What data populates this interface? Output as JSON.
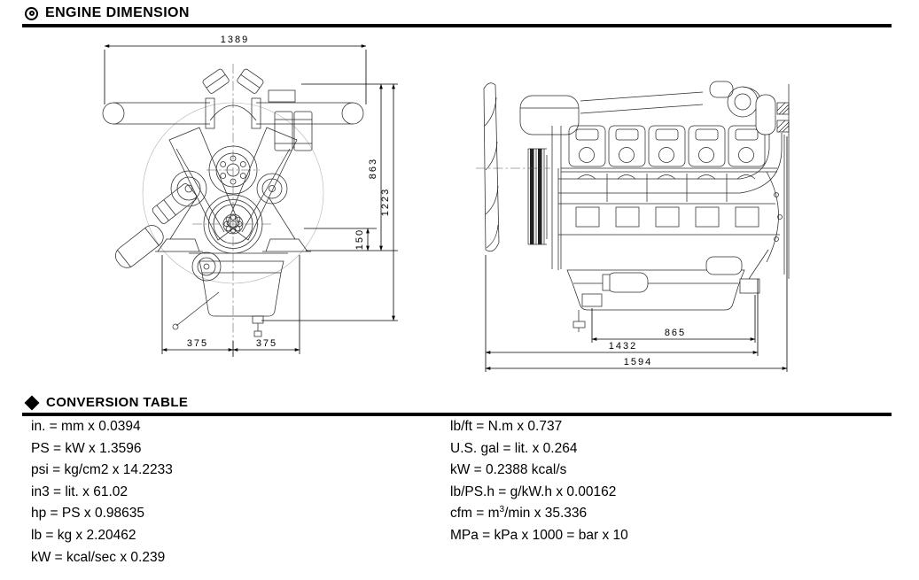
{
  "header": {
    "icon": "bullseye-icon",
    "title": "ENGINE DIMENSION"
  },
  "conversion_header": {
    "icon": "diamond-icon",
    "title": "CONVERSION TABLE"
  },
  "engine_front_view": {
    "description": "V-engine front view technical drawing",
    "dims": {
      "overall_width": "1389",
      "upper_height": "863",
      "overall_height": "1223",
      "mount_height": "150",
      "foot_left": "375",
      "foot_right": "375"
    }
  },
  "engine_side_view": {
    "description": "Engine side view technical drawing with cooling fan and turbocharger",
    "dims": {
      "mount_span": "865",
      "body_length": "1432",
      "overall_length": "1594"
    }
  },
  "conversion_table": {
    "left": [
      "in. = mm x 0.0394",
      "PS = kW x 1.3596",
      "psi = kg/cm2 x 14.2233",
      "in3 = lit. x 61.02",
      "hp = PS x 0.98635",
      "lb = kg x 2.20462",
      "kW = kcal/sec x 0.239"
    ],
    "right_top": [
      "lb/ft = N.m x 0.737",
      "U.S. gal = lit. x 0.264",
      "kW = 0.2388 kcal/s",
      "lb/PS.h = g/kW.h x 0.00162"
    ],
    "cfm_row": {
      "pre": "cfm = m",
      "sup": "3",
      "post": "/min x 35.336"
    },
    "last_row": "MPa = kPa x 1000 = bar x 10"
  }
}
